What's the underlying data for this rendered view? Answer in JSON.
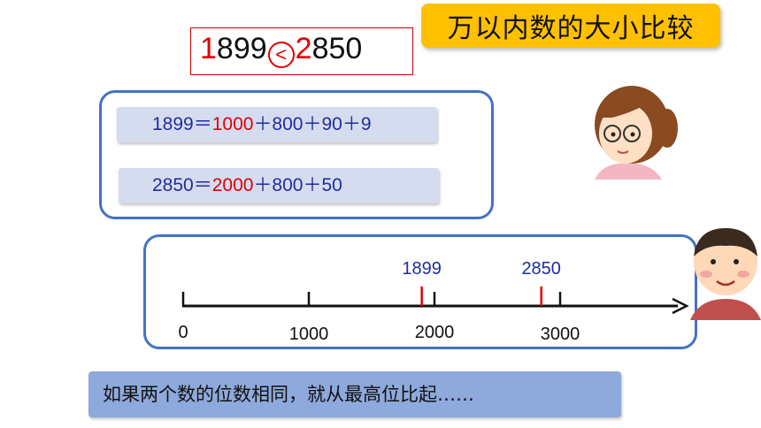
{
  "title": "万以内数的大小比较",
  "comparison": {
    "left": "1899",
    "op": "<",
    "right": "2850"
  },
  "equations": [
    {
      "number": "1899",
      "eq": "＝",
      "highlight": "1000",
      "rest": "＋800＋90＋9"
    },
    {
      "number": "2850",
      "eq": "＝",
      "highlight": "2000",
      "rest": "＋800＋50"
    }
  ],
  "number_line": {
    "ticks": [
      "0",
      "1000",
      "2000",
      "3000"
    ],
    "marks": [
      {
        "label": "1899",
        "value": 1899
      },
      {
        "label": "2850",
        "value": 2850
      }
    ]
  },
  "tip": "如果两个数的位数相同，就从最高位比起……",
  "colors": {
    "accent": "#e00000",
    "panel_border": "#4472c4",
    "title_bg": "#ffc000"
  }
}
